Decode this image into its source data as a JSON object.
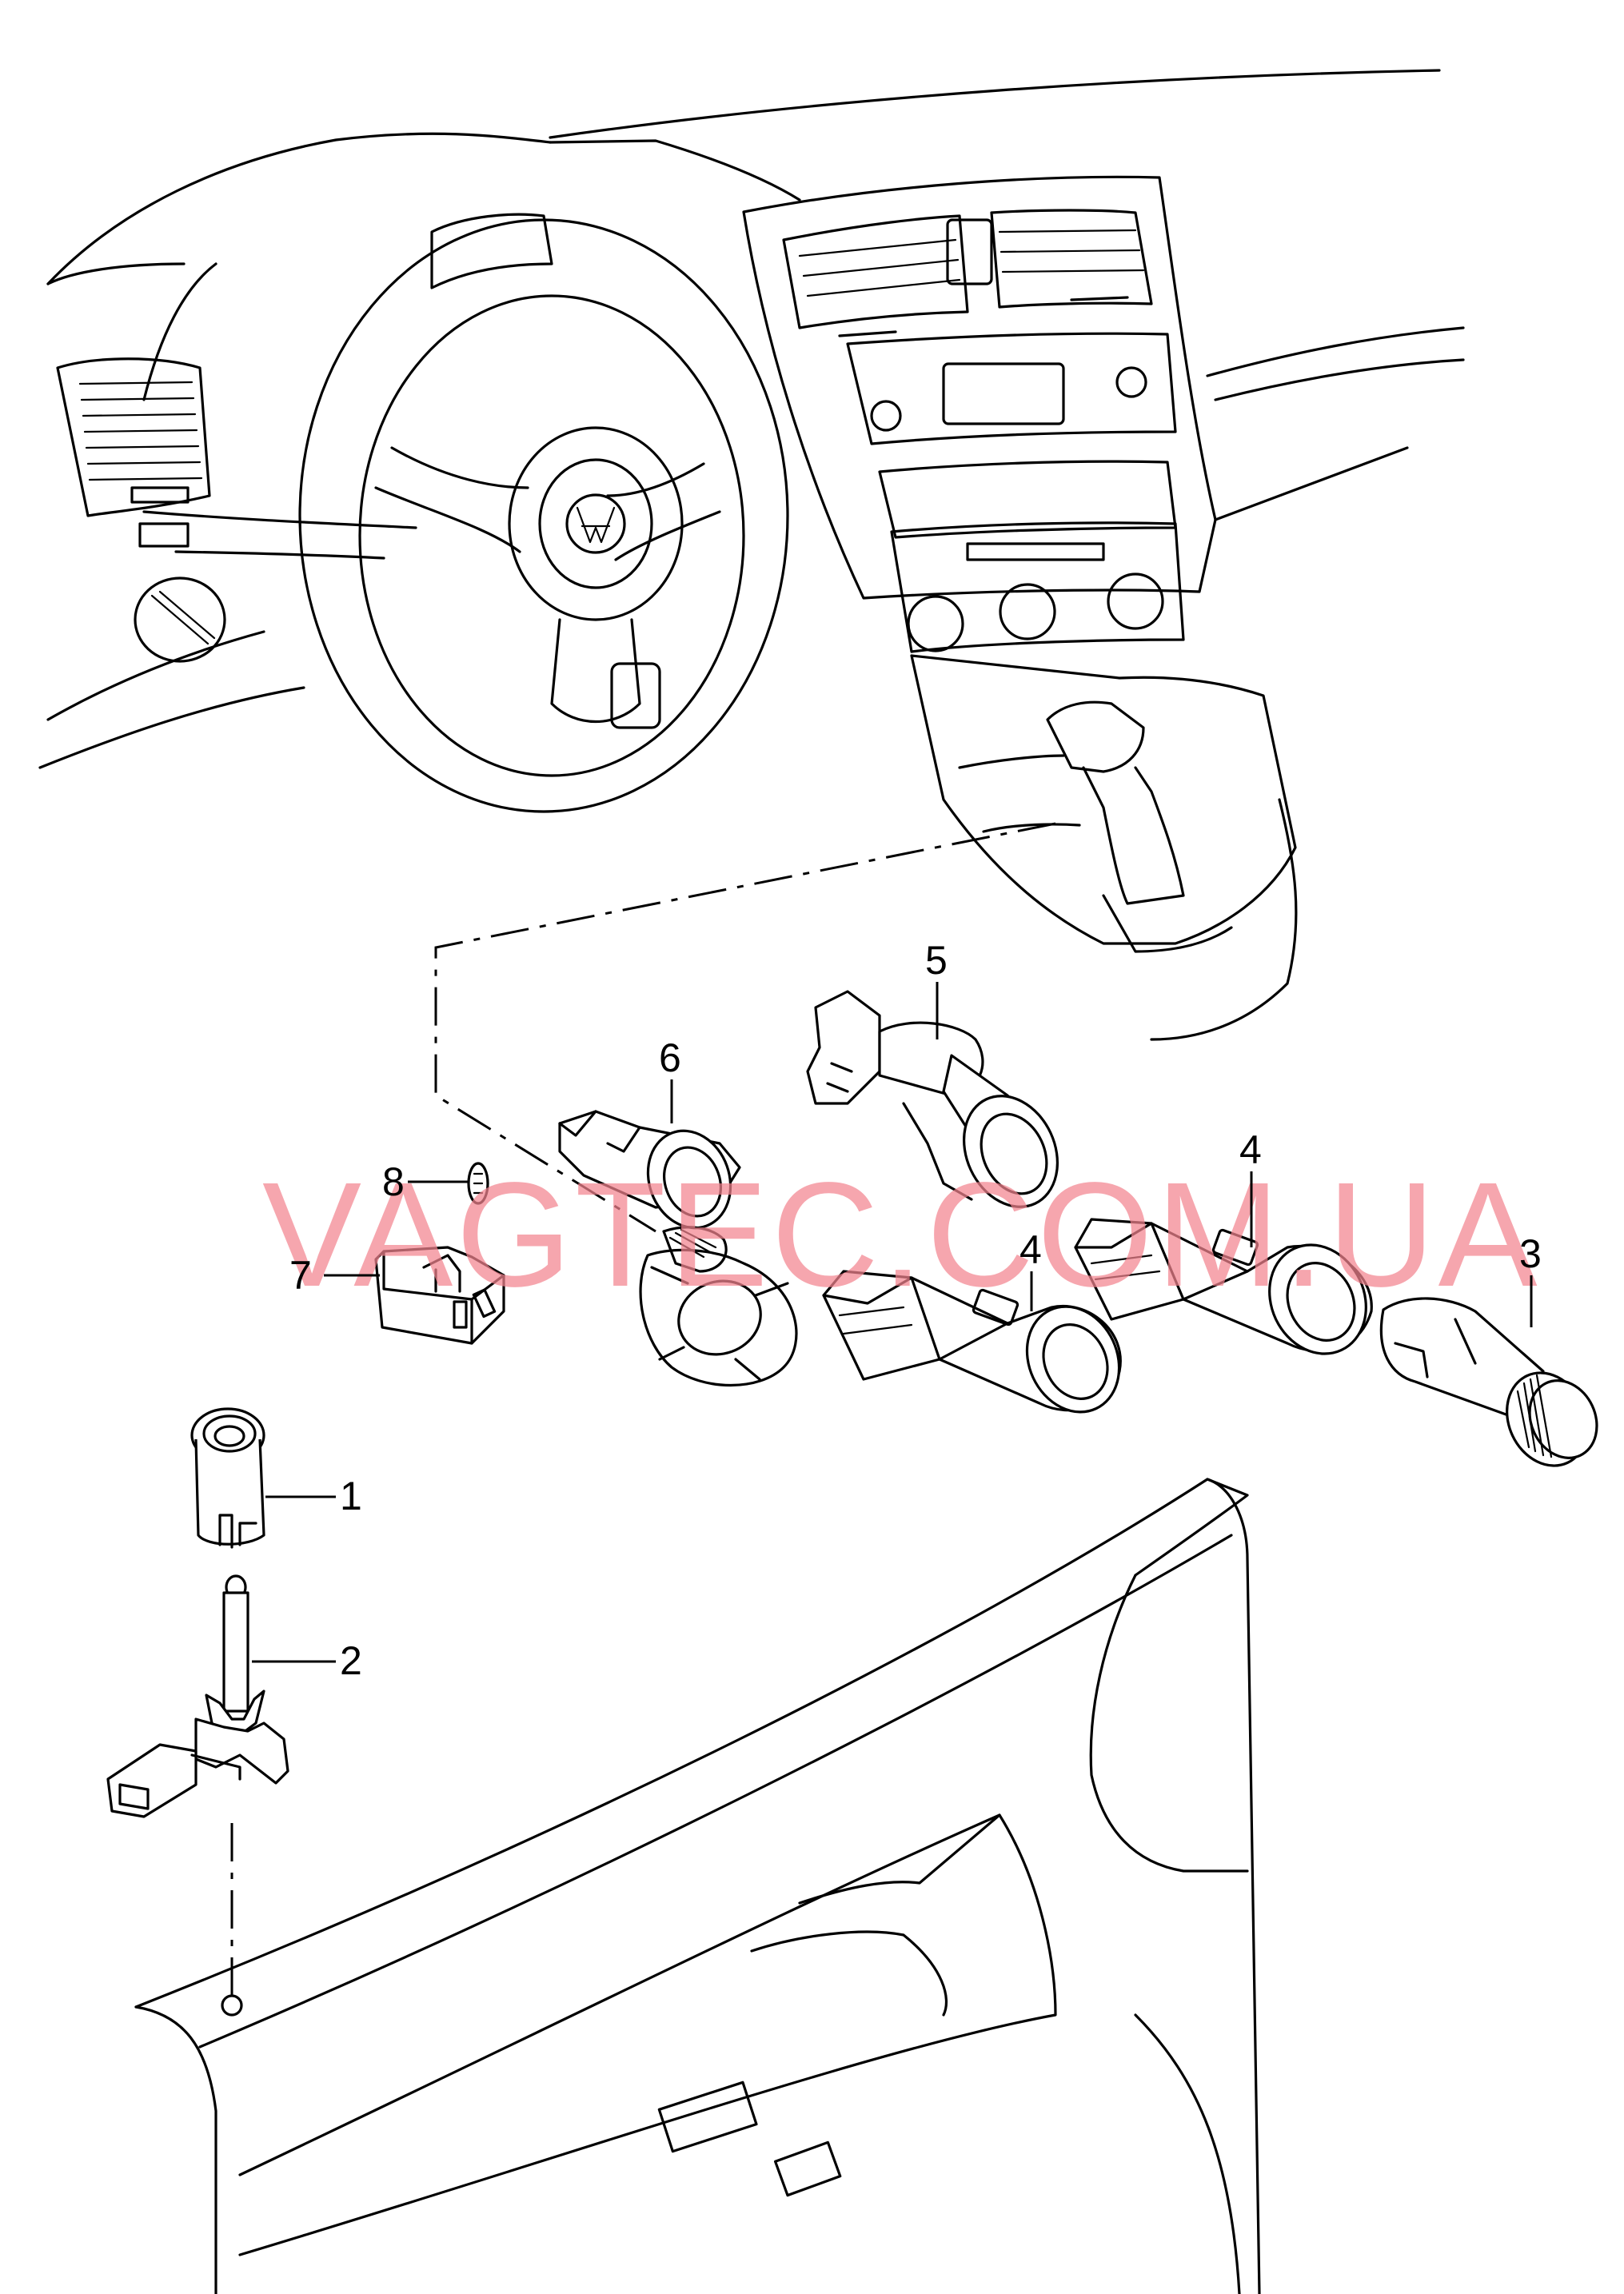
{
  "watermark": "VAGTEC.COM.UA",
  "callouts": {
    "c1": "1",
    "c2": "2",
    "c3": "3",
    "c4a": "4",
    "c4b": "4",
    "c5": "5",
    "c6": "6",
    "c7": "7",
    "c8": "8"
  },
  "colors": {
    "line": "#000000",
    "watermark": "#f2848f",
    "background": "#ffffff"
  }
}
